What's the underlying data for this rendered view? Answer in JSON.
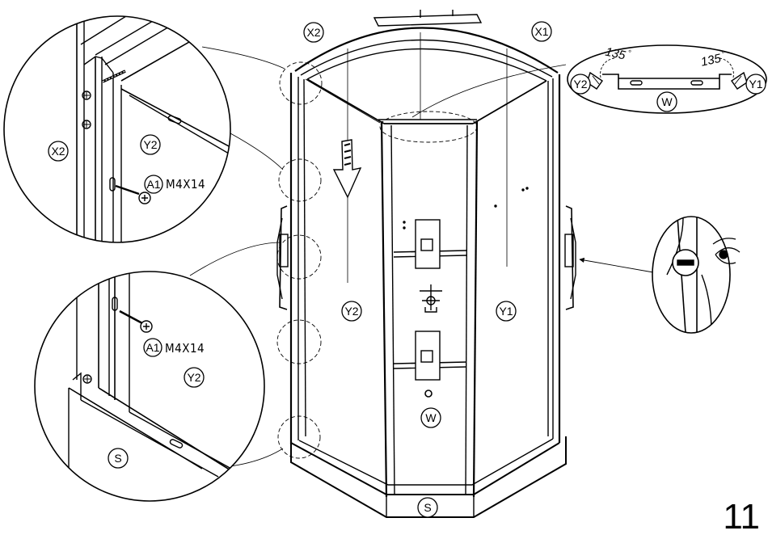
{
  "step": {
    "page_number": "11"
  },
  "parts": {
    "x1": "X1",
    "x2": "X2",
    "y1": "Y1",
    "y2": "Y2",
    "w": "W",
    "s": "S",
    "a1": "A1"
  },
  "screw_spec": "M4X14",
  "angle": {
    "left": "135",
    "right": "135",
    "unit": "°"
  }
}
